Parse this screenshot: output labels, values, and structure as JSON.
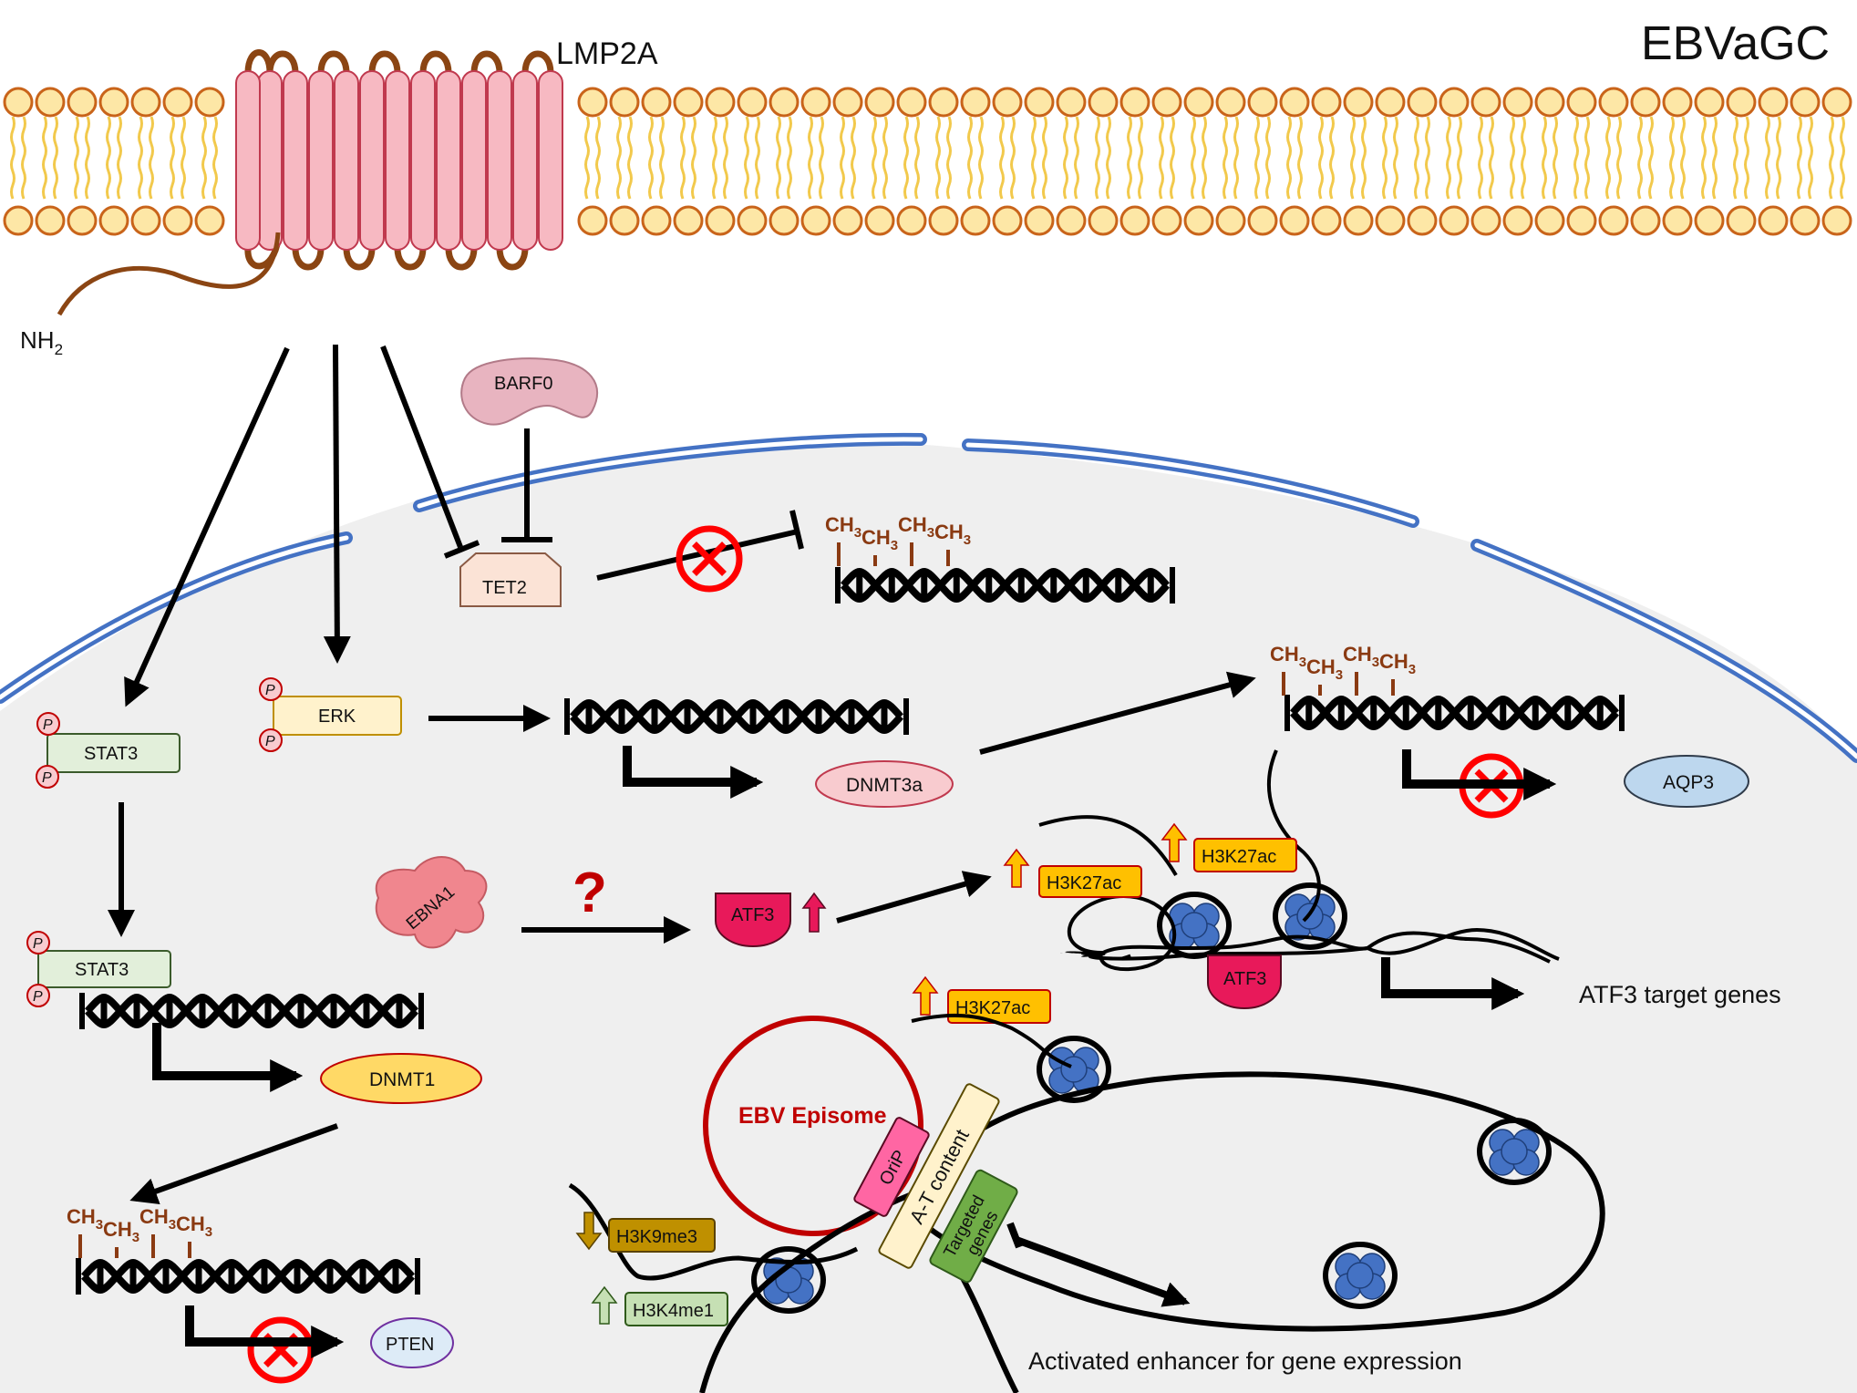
{
  "title": "EBVaGC",
  "labels": {
    "lmp2a": "LMP2A",
    "nh2": "NH",
    "nh2_sub": "2",
    "barf0": "BARF0",
    "tet2": "TET2",
    "stat3_top": "STAT3",
    "stat3_bottom": "STAT3",
    "erk": "ERK",
    "dnmt3a": "DNMT3a",
    "dnmt1": "DNMT1",
    "aqp3": "AQP3",
    "pten": "PTEN",
    "ebna1": "EBNA1",
    "atf3": "ATF3",
    "atf3_bound": "ATF3",
    "atf3_targets": "ATF3 target genes",
    "h3k27ac_1": "H3K27ac",
    "h3k27ac_2": "H3K27ac",
    "h3k27ac_3": "H3K27ac",
    "h3k9me3": "H3K9me3",
    "h3k4me1": "H3K4me1",
    "ebv_episome": "EBV Episome",
    "orip": "OriP",
    "at_content": "A-T content",
    "targeted_genes_1": "Targeted",
    "targeted_genes_2": "genes",
    "enhancer": "Activated enhancer for gene expression",
    "question": "?",
    "phospho": "P",
    "ch3": "CH",
    "ch3_sub": "3"
  },
  "colors": {
    "membrane_head": "#fde7a6",
    "membrane_head_stroke": "#c9641a",
    "membrane_tail": "#f2c94c",
    "protein_loop": "#8b4513",
    "lmp2a_fill": "#f7b9c2",
    "lmp2a_stroke": "#c0394e",
    "nucleus_fill": "#efefef",
    "nuclear_envelope": "#4472c4",
    "stat3_fill": "#e2efda",
    "stat3_stroke": "#3b5b2b",
    "erk_fill": "#fff2cc",
    "erk_stroke": "#bf8f00",
    "tet2_fill": "#fbe3d6",
    "barf0_fill": "#e8b4c0",
    "ebna1_fill": "#f0868e",
    "dnmt3a_fill": "#f8cbcf",
    "dnmt1_fill": "#ffd966",
    "aqp3_fill": "#bdd7ee",
    "pten_fill": "#ddebf7",
    "atf3_fill": "#e8195a",
    "h3k27ac_fill": "#ffc000",
    "h3k9me3_fill": "#bf9000",
    "h3k4me1_fill": "#c6e0b4",
    "nucleosome_fill": "#4472c4",
    "episome_stroke": "#c00000",
    "orip_fill": "#ff66a3",
    "at_fill": "#fff2cc",
    "targeted_fill": "#70ad47",
    "ch3_color": "#8a3a12",
    "block_red": "#ff0000"
  }
}
